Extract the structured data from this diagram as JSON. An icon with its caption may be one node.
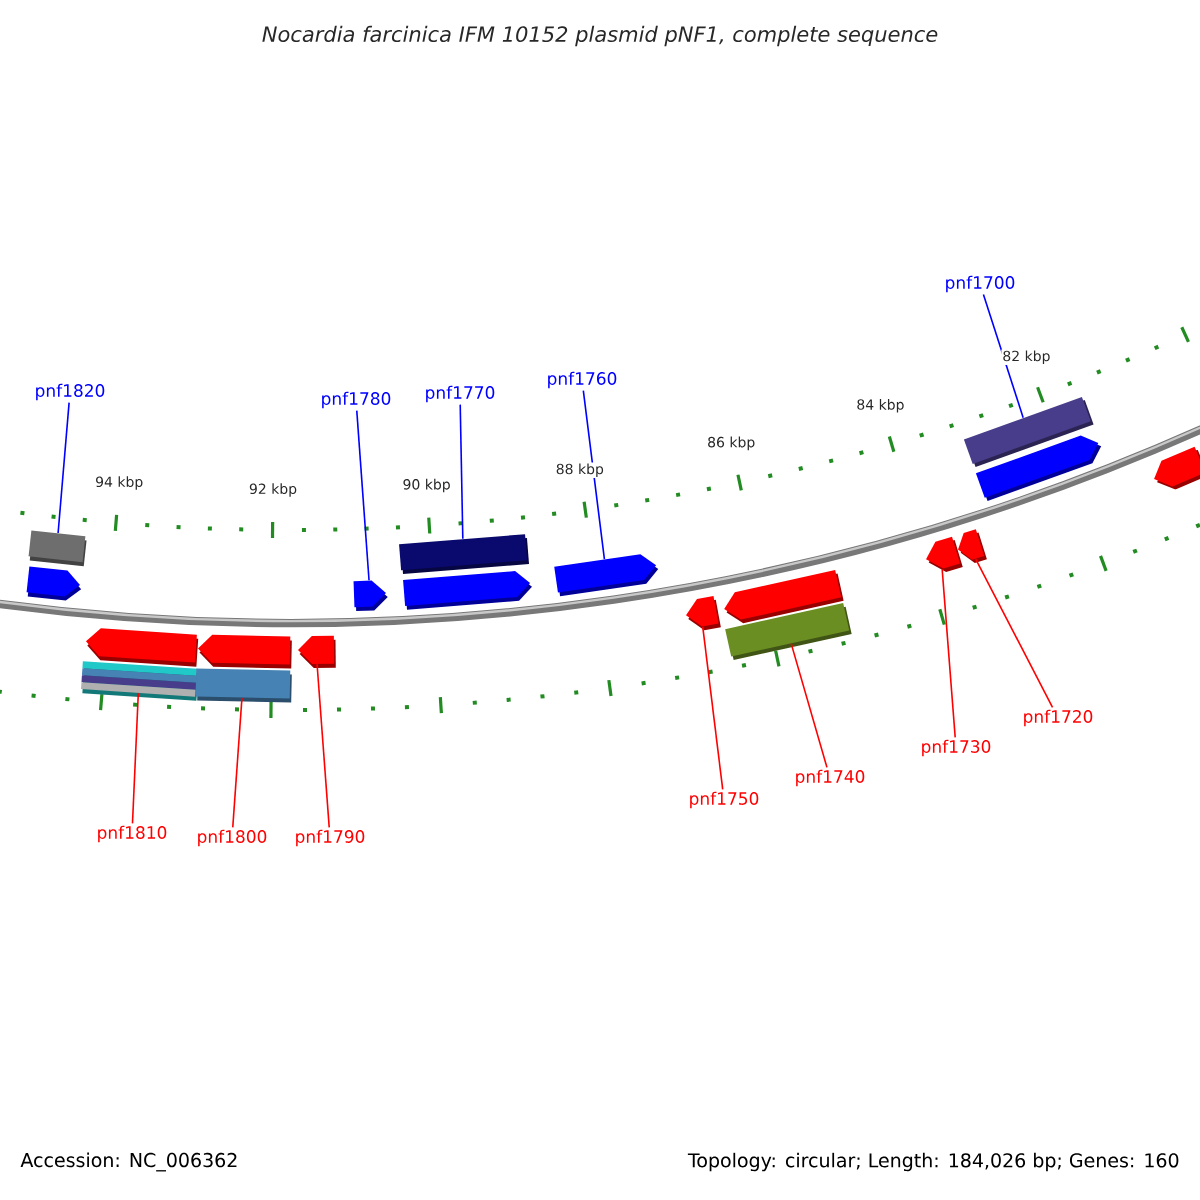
{
  "diagram": {
    "title": "Nocardia farcinica IFM 10152 plasmid pNF1, complete sequence",
    "nodes": [
      {
        "text": [
          "pnf1820"
        ]
      },
      {
        "text": [
          "pnf1780"
        ]
      },
      {
        "text": [
          "pnf1770"
        ]
      },
      {
        "text": [
          "pnf1760"
        ]
      },
      {
        "text": [
          "pnf1700"
        ]
      },
      {
        "text": [
          "pnf1810"
        ]
      },
      {
        "text": [
          "pnf1800"
        ]
      },
      {
        "text": [
          "pnf1790"
        ]
      },
      {
        "text": [
          "pnf1750"
        ]
      },
      {
        "text": [
          "pnf1740"
        ]
      },
      {
        "text": [
          "pnf1730"
        ]
      },
      {
        "text": [
          "pnf1720"
        ]
      },
      {
        "text": [],
        "shape": "box"
      },
      {
        "text": [],
        "shape": "arrow"
      },
      {
        "text": [],
        "shape": "box"
      },
      {
        "text": [],
        "shape": "arrow"
      },
      {
        "text": [],
        "shape": "box"
      },
      {
        "text": [],
        "shape": "box"
      },
      {
        "text": [],
        "shape": "box"
      },
      {
        "text": [],
        "shape": "arrow"
      },
      {
        "text": [],
        "shape": "arrow"
      },
      {
        "text": [],
        "shape": "box"
      },
      {
        "text": [],
        "shape": "arrow"
      },
      {
        "text": [],
        "shape": "arrow"
      }
    ],
    "edges": [
      {
        "from": 0,
        "to": 12,
        "arrow": "none",
        "color": "#0000ff"
      },
      {
        "from": 1,
        "to": 13,
        "arrow": "none",
        "color": "#0000ff"
      },
      {
        "from": 2,
        "to": 14,
        "arrow": "none",
        "color": "#0000ff"
      },
      {
        "from": 3,
        "to": 15,
        "arrow": "none",
        "color": "#0000ff"
      },
      {
        "from": 4,
        "to": 16,
        "arrow": "none",
        "color": "#0000ff"
      },
      {
        "from": 5,
        "to": 17,
        "arrow": "none",
        "color": "#ff0000"
      },
      {
        "from": 6,
        "to": 18,
        "arrow": "none",
        "color": "#ff0000"
      },
      {
        "from": 7,
        "to": 19,
        "arrow": "none",
        "color": "#ff0000"
      },
      {
        "from": 8,
        "to": 20,
        "arrow": "none",
        "color": "#ff0000"
      },
      {
        "from": 9,
        "to": 21,
        "arrow": "none",
        "color": "#ff0000"
      },
      {
        "from": 10,
        "to": 22,
        "arrow": "none",
        "color": "#ff0000"
      },
      {
        "from": 11,
        "to": 23,
        "arrow": "none",
        "color": "#ff0000"
      }
    ],
    "labels": [
      "94 kbp",
      "92 kbp",
      "90 kbp",
      "88 kbp",
      "86 kbp",
      "84 kbp",
      "82 kbp",
      "Accession: NC_006362",
      "Topology: circular; Length: 184,026 bp; Genes: 160"
    ]
  }
}
